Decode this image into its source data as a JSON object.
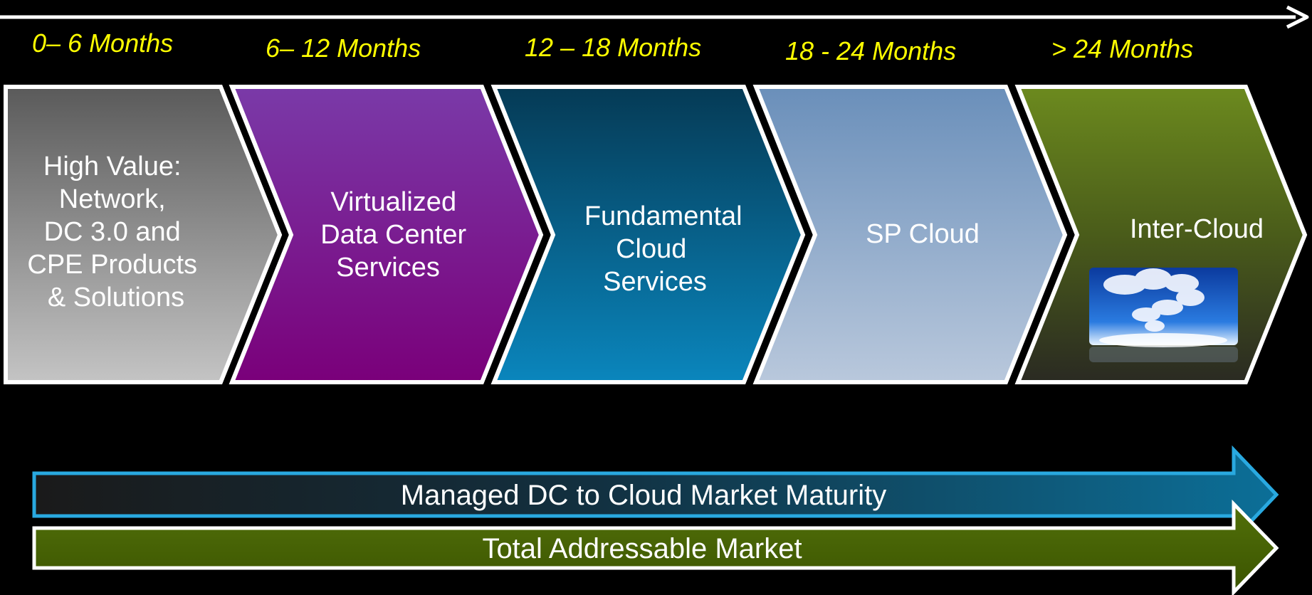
{
  "timeline": {
    "periods": [
      "0– 6 Months",
      "6– 12 Months",
      "12 – 18 Months",
      "18 - 24 Months",
      "> 24 Months"
    ]
  },
  "phases": [
    {
      "lines": [
        "High Value:",
        "Network,",
        "DC 3.0 and",
        "CPE Products",
        "& Solutions"
      ]
    },
    {
      "lines": [
        "Virtualized",
        "Data Center",
        "Services"
      ]
    },
    {
      "lines": [
        "Fundamental",
        "Cloud",
        "Services"
      ]
    },
    {
      "lines": [
        "SP Cloud"
      ]
    },
    {
      "lines": [
        "Inter-Cloud"
      ]
    }
  ],
  "bars": {
    "maturity_label": "Managed DC to Cloud Market Maturity",
    "tam_label": "Total Addressable Market"
  },
  "colors": {
    "period_text": "#ffff00",
    "maturity_outline": "#29a9e0",
    "tam_fill": "#4a6a00"
  }
}
